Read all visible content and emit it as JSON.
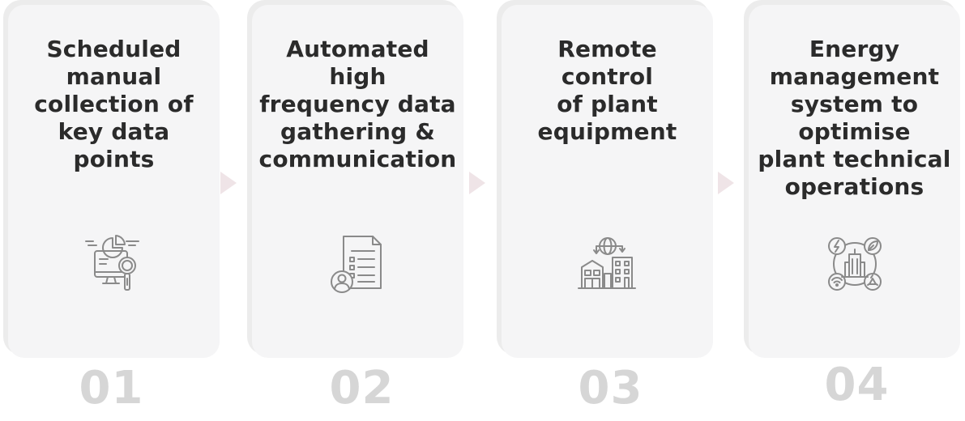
{
  "steps": [
    {
      "title": "Scheduled\nmanual\ncollection of\nkey data\npoints",
      "number": "01",
      "icon": "data-analysis-icon"
    },
    {
      "title": "Automated high\nfrequency data\ngathering &\ncommunication",
      "number": "02",
      "icon": "document-user-icon"
    },
    {
      "title": "Remote\ncontrol\nof plant\nequipment",
      "number": "03",
      "icon": "remote-plant-icon"
    },
    {
      "title": "Energy\nmanagement\nsystem to\noptimise\nplant technical\noperations",
      "number": "04",
      "icon": "energy-system-icon"
    }
  ],
  "colors": {
    "card": "#f5f5f6",
    "card_shadow": "#ececec",
    "arrow": "#efe4e7",
    "title": "#2b2b2b",
    "number": "#d6d6d6",
    "icon": "#8a8a8a"
  }
}
